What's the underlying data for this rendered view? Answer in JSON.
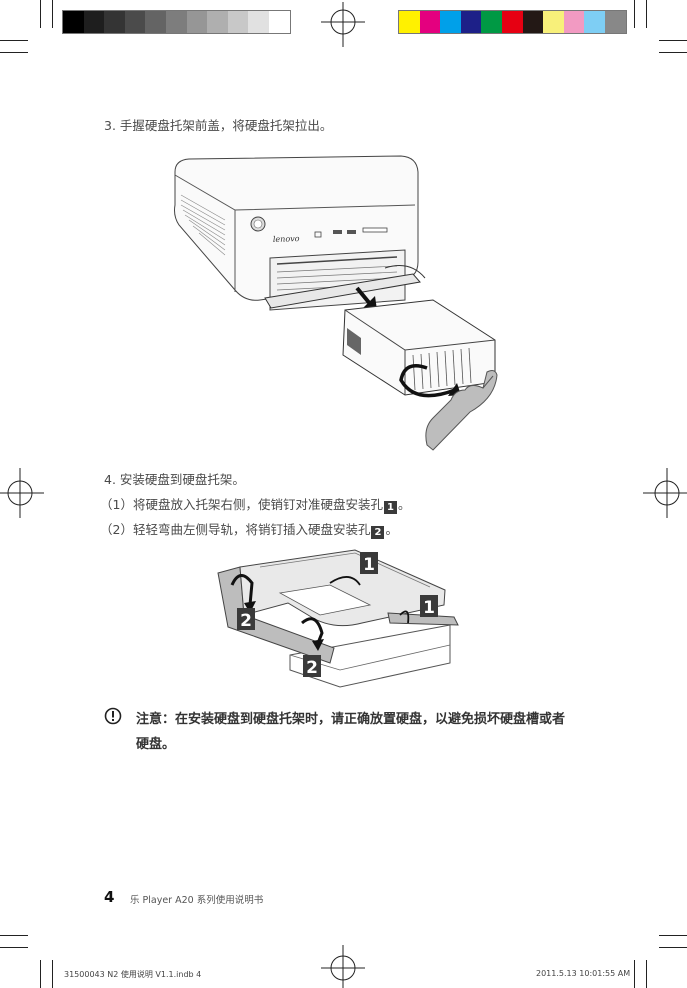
{
  "colors": {
    "gray_swatches": [
      "#000000",
      "#1e1e1e",
      "#343434",
      "#4b4b4b",
      "#646464",
      "#7d7d7d",
      "#969696",
      "#afafaf",
      "#c8c8c8",
      "#e1e1e1",
      "#ffffff"
    ],
    "color_swatches": [
      "#fff100",
      "#e4007f",
      "#00a0e9",
      "#1d2088",
      "#009944",
      "#e60012",
      "#231815",
      "#f8f07a",
      "#f29ac2",
      "#7ecef4",
      "#888888"
    ]
  },
  "steps": {
    "step3": "3. 手握硬盘托架前盖，将硬盘托架拉出。",
    "step4": "4. 安装硬盘到硬盘托架。",
    "sub1_before": "（1）将硬盘放入托架右侧，使销钉对准硬盘安装孔",
    "sub1_num": "1",
    "sub1_after": "。",
    "sub2_before": "（2）轻轻弯曲左侧导轨，将销钉插入硬盘安装孔",
    "sub2_num": "2",
    "sub2_after": "。"
  },
  "figures": {
    "device_brand": "lenovo",
    "callout_1": "1",
    "callout_2": "2"
  },
  "warning": {
    "icon": "exclamation-circle-icon",
    "line1": "注意：在安装硬盘到硬盘托架时，请正确放置硬盘，以避免损坏硬盘槽或者",
    "line2": "硬盘。"
  },
  "footer": {
    "page_number": "4",
    "title": "乐 Player A20 系列使用说明书"
  },
  "slug": {
    "file": "31500043 N2 使用说明 V1.1.indb   4",
    "date": "2011.5.13    10:01:55 AM"
  }
}
